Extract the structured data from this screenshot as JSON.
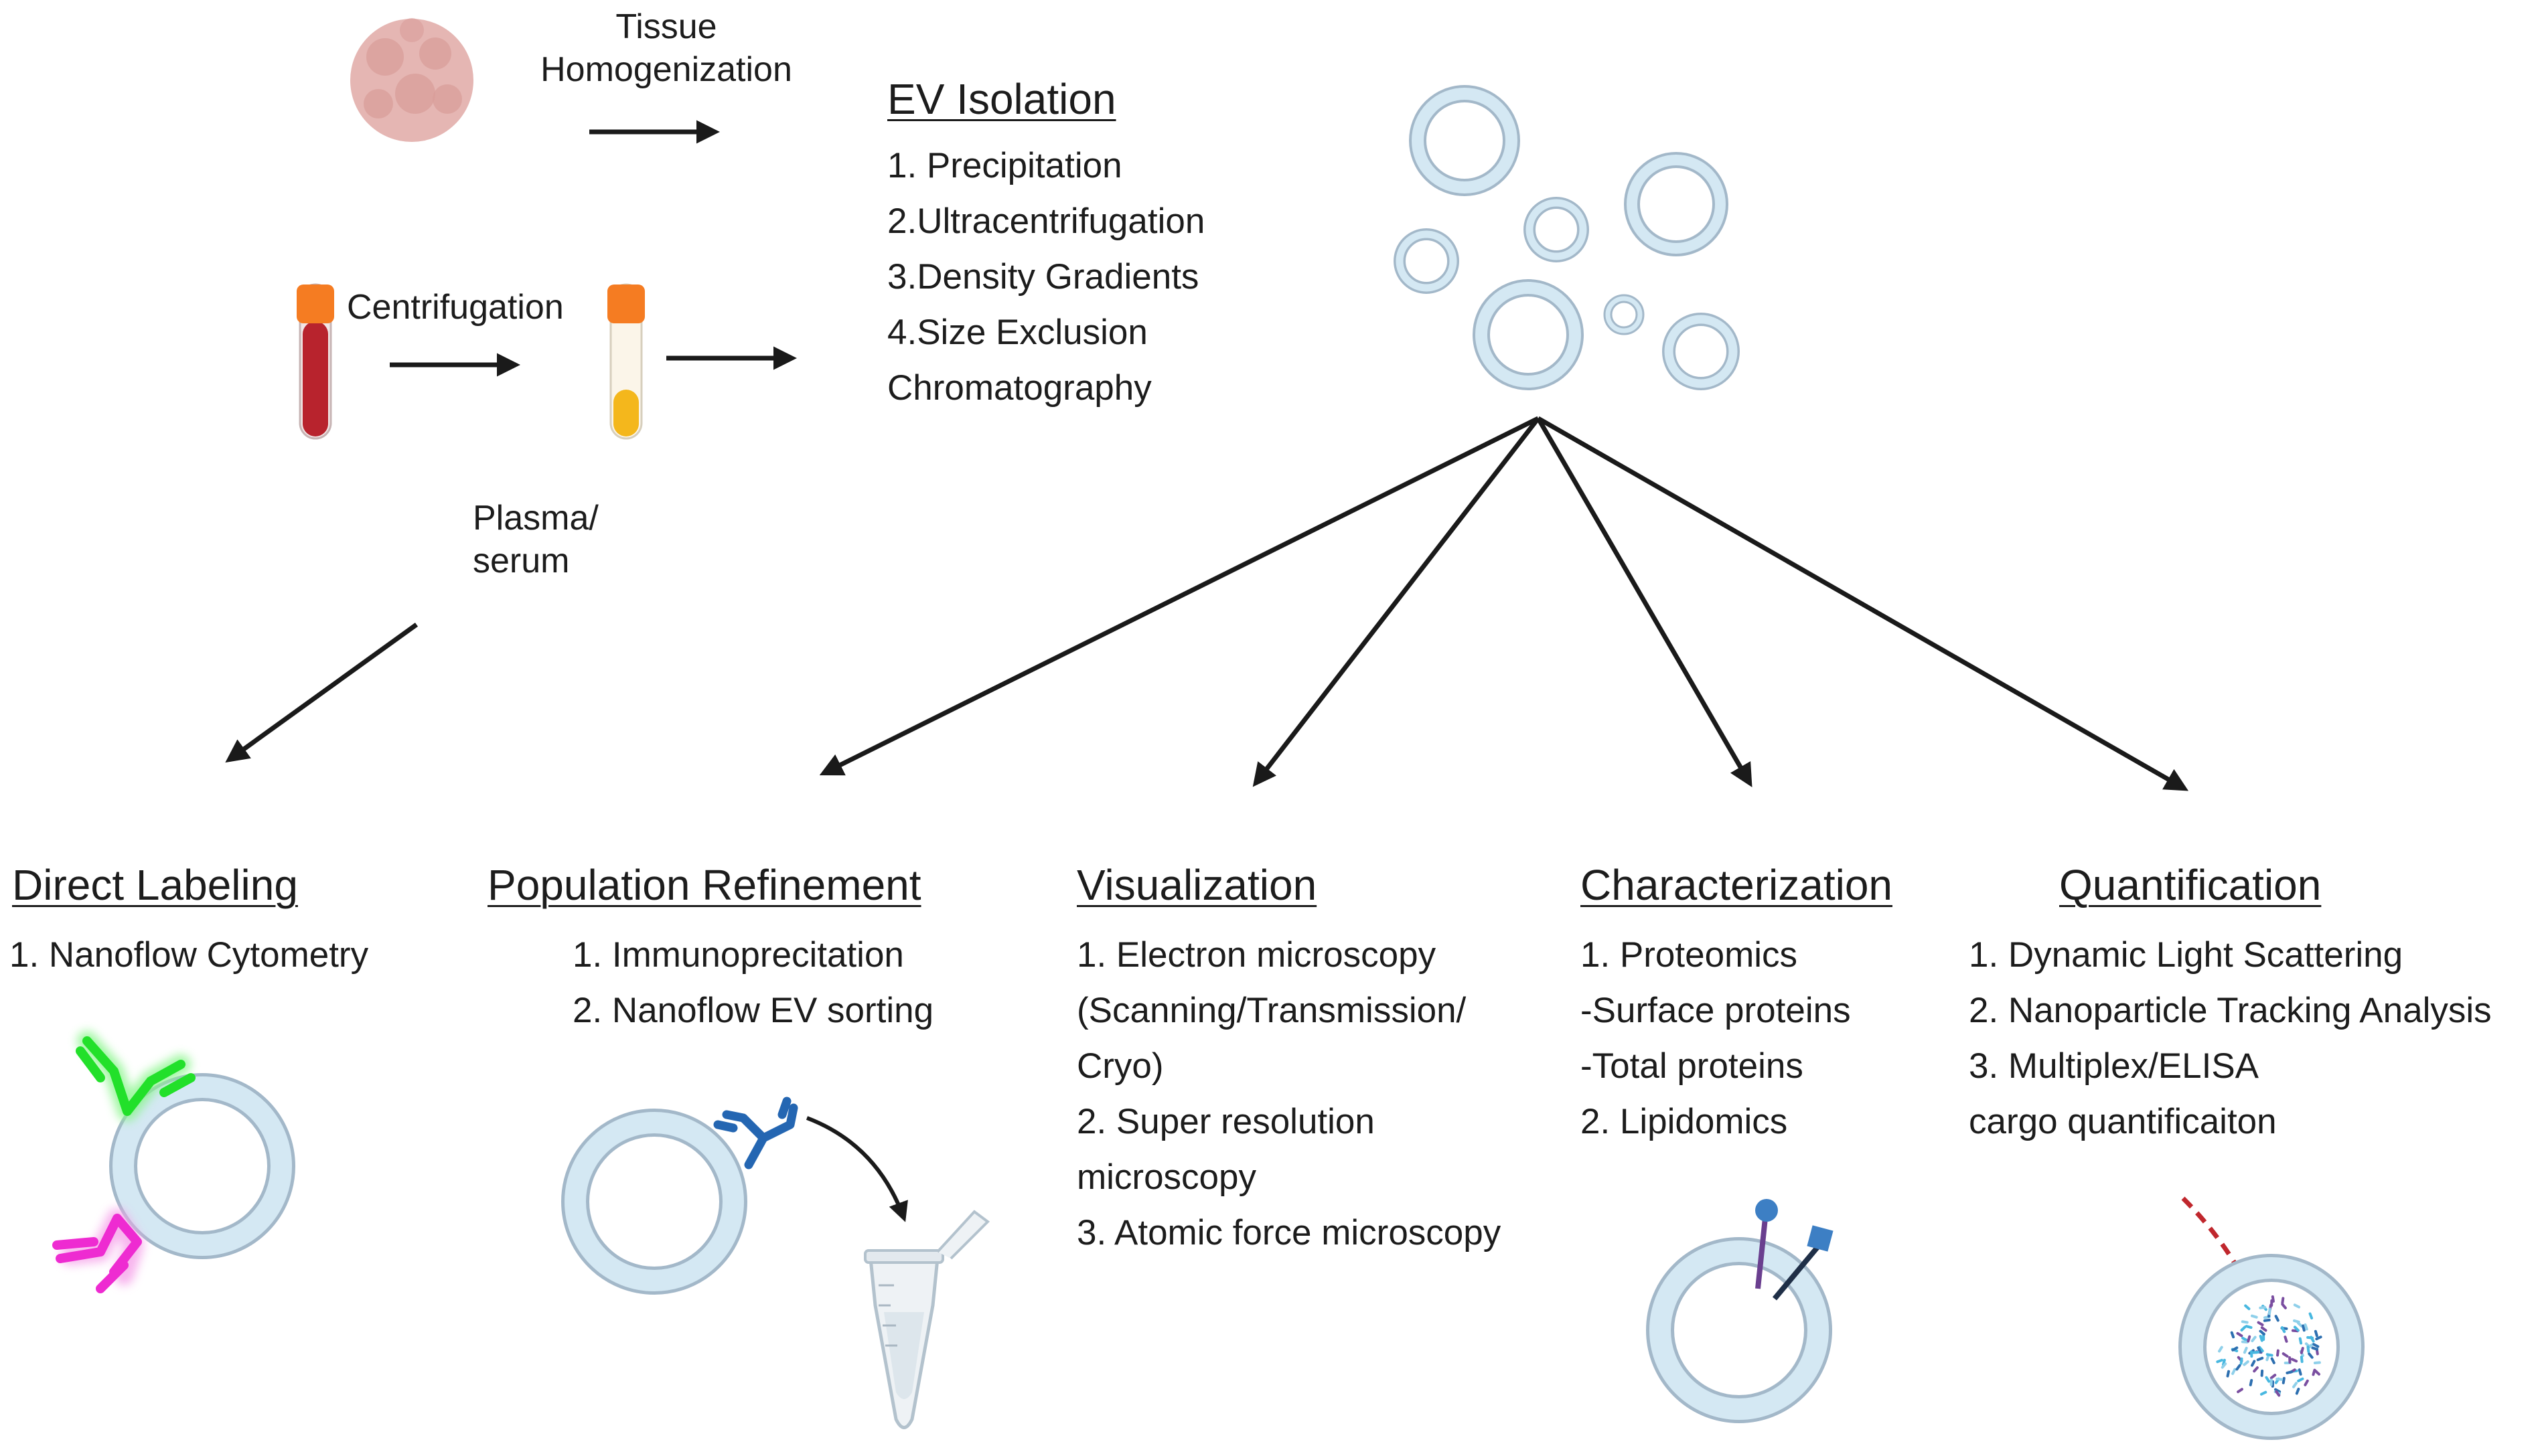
{
  "colors": {
    "vesicle_fill": "#d4e8f3",
    "vesicle_ring": "#9fb3c3",
    "tissue": "#e5b6b3",
    "blood": "#b8232d",
    "plasma": "#f4b71c",
    "tube_cap": "#f57c22",
    "antibody_green": "#22e02a",
    "antibody_magenta": "#ee2bd1",
    "antibody_blue": "#2466b2",
    "arrow": "#1a1a1a",
    "dashed_arrow": "#c0272d"
  },
  "inputs": {
    "tissue_homogenization": [
      "Tissue",
      "Homogenization"
    ],
    "centrifugation": "Centrifugation",
    "plasma_serum": [
      "Plasma/",
      "serum"
    ]
  },
  "ev_isolation": {
    "title": "EV Isolation",
    "items": [
      "1. Precipitation",
      "2.Ultracentrifugation",
      "3.Density Gradients",
      "4.Size Exclusion",
      "Chromatography"
    ]
  },
  "sections": {
    "direct_labeling": {
      "title": "Direct Labeling",
      "items": [
        "1. Nanoflow Cytometry"
      ]
    },
    "population_refinement": {
      "title": "Population Refinement",
      "items": [
        "1. Immunoprecitation",
        "2. Nanoflow EV sorting"
      ]
    },
    "visualization": {
      "title": "Visualization",
      "items": [
        "1. Electron microscopy",
        "(Scanning/Transmission/",
        "Cryo)",
        "2. Super resolution",
        "microscopy",
        "3. Atomic force microscopy"
      ]
    },
    "characterization": {
      "title": "Characterization",
      "items": [
        "1. Proteomics",
        "-Surface proteins",
        "-Total proteins",
        "2. Lipidomics"
      ]
    },
    "quantification": {
      "title": "Quantification",
      "items": [
        "1. Dynamic Light Scattering",
        "2. Nanoparticle Tracking Analysis",
        "3. Multiplex/ELISA",
        "cargo quantificaiton"
      ]
    }
  },
  "icons": [
    "tissue-icon",
    "blood-tube-icon",
    "plasma-tube-icon",
    "vesicle-cluster-icon",
    "labeled-vesicle-icon",
    "vesicle-sorting-icon",
    "microcentrifuge-tube-icon",
    "lipid-protein-vesicle-icon",
    "cargo-vesicle-icon"
  ]
}
